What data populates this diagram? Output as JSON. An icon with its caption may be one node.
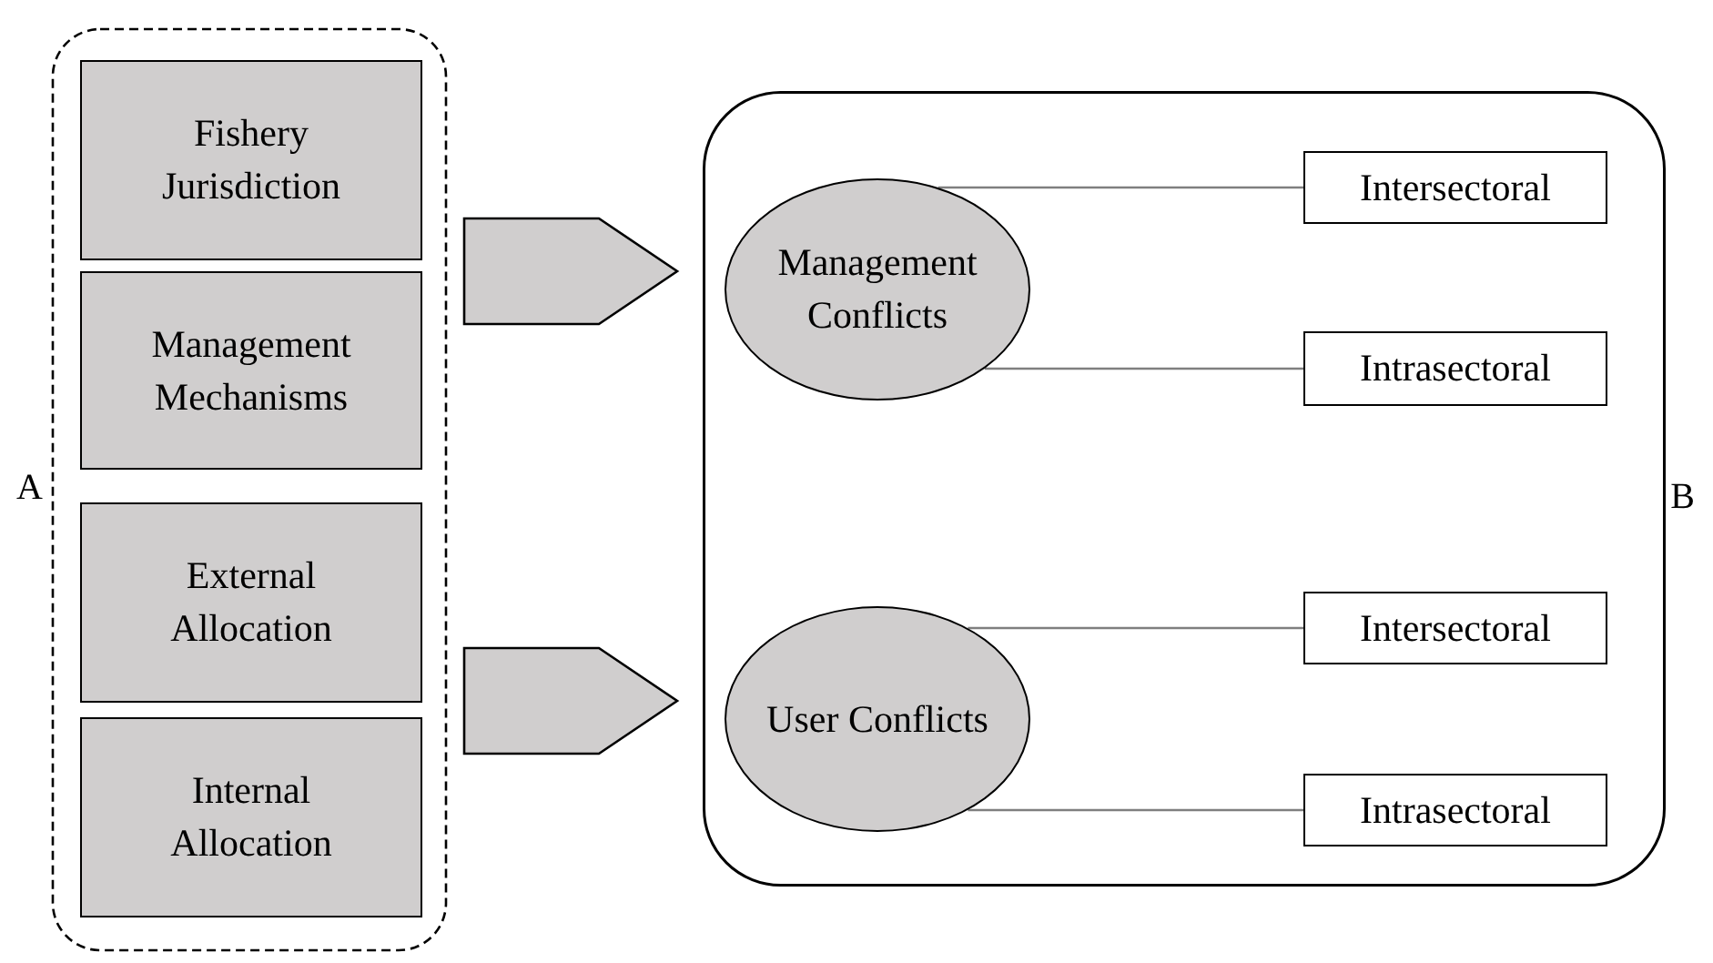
{
  "diagram": {
    "nodes": [
      {
        "text": [
          "A"
        ]
      },
      {
        "text": [
          "Fishery Jurisdiction"
        ],
        "in": 0
      },
      {
        "text": [
          "Management Mechanisms"
        ],
        "in": 0
      },
      {
        "text": [
          "External Allocation"
        ],
        "in": 0
      },
      {
        "text": [
          "Internal Allocation"
        ],
        "in": 0
      },
      {
        "text": [
          "B"
        ]
      },
      {
        "text": [
          "Management Conflicts"
        ],
        "in": 5
      },
      {
        "text": [
          "Intersectoral"
        ],
        "in": 5
      },
      {
        "text": [
          "Intrasectoral"
        ],
        "in": 5
      },
      {
        "text": [
          "User Conflicts"
        ],
        "in": 5
      },
      {
        "text": [
          "Intersectoral"
        ],
        "in": 5
      },
      {
        "text": [
          "Intrasectoral"
        ],
        "in": 5
      }
    ],
    "edges": [
      {
        "from": 0,
        "to": 6,
        "arrow": "to",
        "style": "thick"
      },
      {
        "from": 0,
        "to": 9,
        "arrow": "to",
        "style": "thick"
      },
      {
        "from": 6,
        "to": 7,
        "arrow": "none"
      },
      {
        "from": 6,
        "to": 8,
        "arrow": "none"
      },
      {
        "from": 9,
        "to": 10,
        "arrow": "none"
      },
      {
        "from": 9,
        "to": 11,
        "arrow": "none"
      }
    ]
  }
}
